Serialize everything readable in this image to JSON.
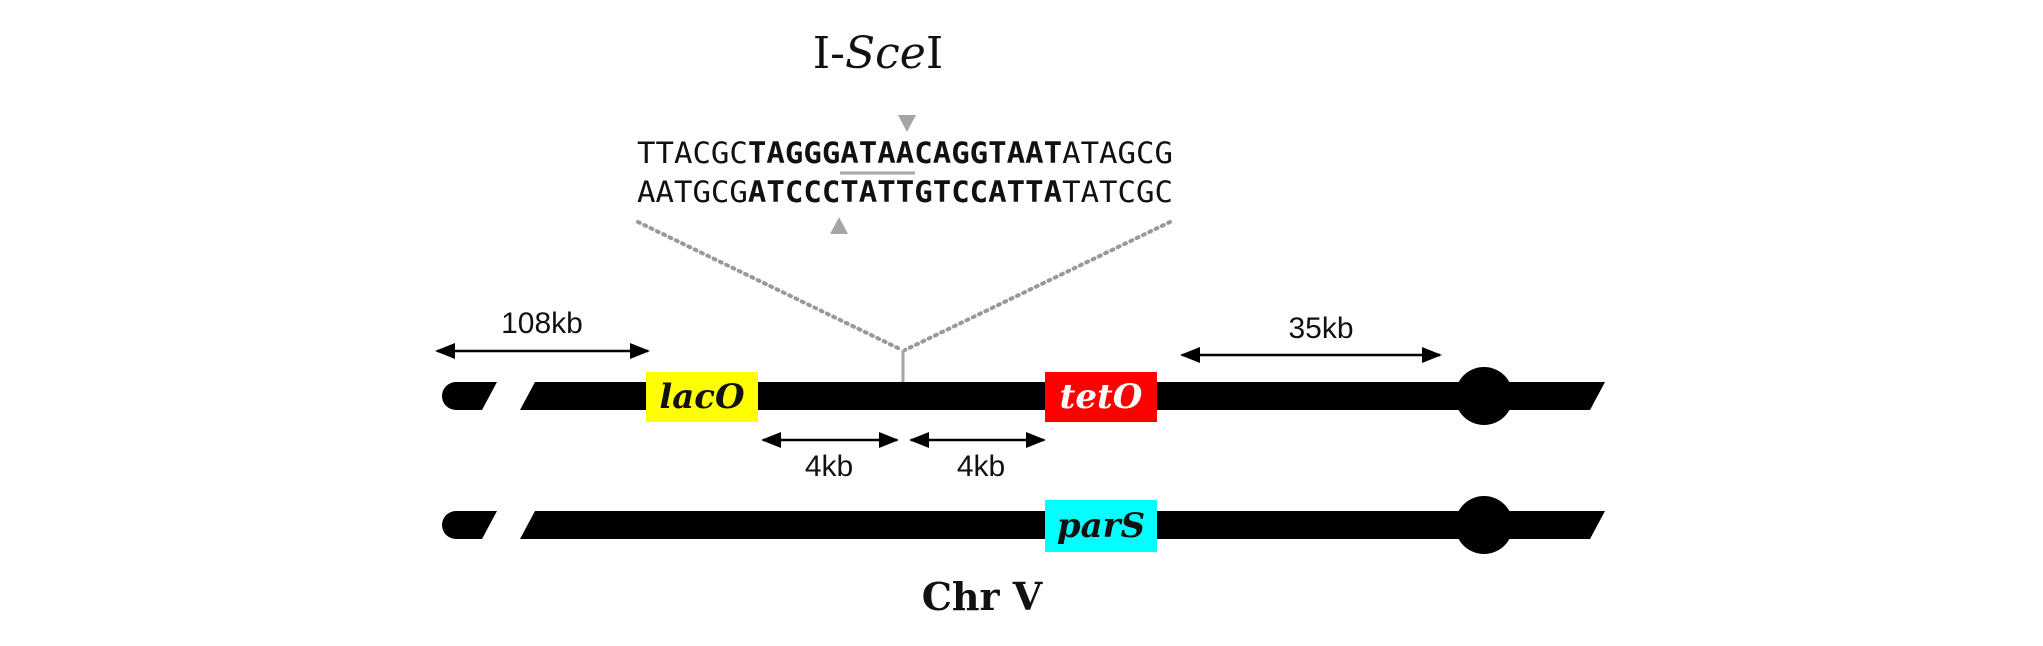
{
  "enzyme": {
    "prefix": "I-",
    "italic": "Sce",
    "suffix": "I"
  },
  "sequence": {
    "top": {
      "left": "TTACGC",
      "site": "TAGGGATAACAGGTAAT",
      "right": "ATAGCG"
    },
    "bottom": {
      "left": "AATGCG",
      "site": "ATCCCTATTGTCCATTA",
      "right": "TATCGC"
    }
  },
  "distances": {
    "telomere_to_laco": "108kb",
    "laco_to_site": "4kb",
    "site_to_teto": "4kb",
    "teto_to_centromere": "35kb"
  },
  "markers": {
    "laco": {
      "label": "lacO",
      "color": "#ffff00",
      "text_color": "#111111"
    },
    "teto": {
      "label": "tetO",
      "color": "#ff0000",
      "text_color": "#ffffff"
    },
    "pars": {
      "label": "parS",
      "color": "#00ffff",
      "text_color": "#111111"
    }
  },
  "chromosome_label": "Chr V",
  "colors": {
    "chromosome": "#000000",
    "cut_arrow": "#a6a6a6",
    "dotted_line": "#999999"
  }
}
